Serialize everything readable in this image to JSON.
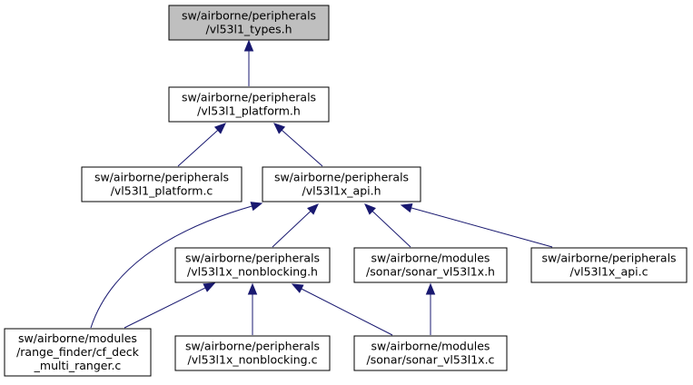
{
  "diagram": {
    "type": "include-dependency-graph",
    "nodes": [
      {
        "id": "types_h",
        "lines": [
          "sw/airborne/peripherals",
          "/vl53l1_types.h"
        ],
        "highlight": true
      },
      {
        "id": "platform_h",
        "lines": [
          "sw/airborne/peripherals",
          "/vl53l1_platform.h"
        ]
      },
      {
        "id": "platform_c",
        "lines": [
          "sw/airborne/peripherals",
          "/vl53l1_platform.c"
        ]
      },
      {
        "id": "api_h",
        "lines": [
          "sw/airborne/peripherals",
          "/vl53l1x_api.h"
        ]
      },
      {
        "id": "nonblocking_h",
        "lines": [
          "sw/airborne/peripherals",
          "/vl53l1x_nonblocking.h"
        ]
      },
      {
        "id": "sonar_h",
        "lines": [
          "sw/airborne/modules",
          "/sonar/sonar_vl53l1x.h"
        ]
      },
      {
        "id": "api_c",
        "lines": [
          "sw/airborne/peripherals",
          "/vl53l1x_api.c"
        ]
      },
      {
        "id": "cf_deck_c",
        "lines": [
          "sw/airborne/modules",
          "/range_finder/cf_deck",
          "_multi_ranger.c"
        ]
      },
      {
        "id": "nonblocking_c",
        "lines": [
          "sw/airborne/peripherals",
          "/vl53l1x_nonblocking.c"
        ]
      },
      {
        "id": "sonar_c",
        "lines": [
          "sw/airborne/modules",
          "/sonar/sonar_vl53l1x.c"
        ]
      }
    ],
    "edges": [
      {
        "from": "platform_h",
        "to": "types_h"
      },
      {
        "from": "platform_c",
        "to": "platform_h"
      },
      {
        "from": "api_h",
        "to": "platform_h"
      },
      {
        "from": "cf_deck_c",
        "to": "api_h"
      },
      {
        "from": "nonblocking_h",
        "to": "api_h"
      },
      {
        "from": "sonar_h",
        "to": "api_h"
      },
      {
        "from": "api_c",
        "to": "api_h"
      },
      {
        "from": "cf_deck_c",
        "to": "nonblocking_h"
      },
      {
        "from": "nonblocking_c",
        "to": "nonblocking_h"
      },
      {
        "from": "sonar_c",
        "to": "nonblocking_h"
      },
      {
        "from": "sonar_c",
        "to": "sonar_h"
      }
    ],
    "colors": {
      "edge": "#191970",
      "highlight_fill": "#bfbfbf",
      "node_fill": "#ffffff",
      "border": "#000000"
    }
  }
}
